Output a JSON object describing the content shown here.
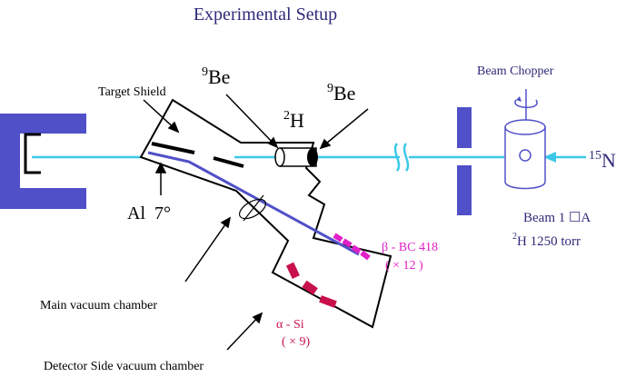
{
  "title": "Experimental Setup",
  "labels": {
    "target_shield": "Target Shield",
    "be9_left": {
      "sup": "9",
      "base": "Be"
    },
    "be9_right": {
      "sup": "9",
      "base": "Be"
    },
    "h2": {
      "sup": "2",
      "base": "H"
    },
    "beam_chopper": "Beam Chopper",
    "n15": {
      "sup": "15",
      "base": "N"
    },
    "beam_current": "Beam 1 ☐A",
    "h2_pressure": {
      "sup": "2",
      "base": "H 1250 torr"
    },
    "al_angle": "Al  7°",
    "beta_detector": "β - BC 418",
    "beta_count": "( × 12 )",
    "alpha_detector": "α - Si",
    "alpha_count": "( × 9)",
    "main_chamber": "Main vacuum chamber",
    "side_chamber": "Detector Side vacuum chamber"
  },
  "colors": {
    "title": "#2e2a7a",
    "beam": "#3cc8e8",
    "beam_blue": "#5050c8",
    "detector_beta": "#e020c8",
    "detector_alpha": "#c8104a",
    "label_beta": "#e020c8",
    "label_alpha": "#c8104a",
    "label_dark": "#2e2a7a",
    "black": "#000000"
  }
}
